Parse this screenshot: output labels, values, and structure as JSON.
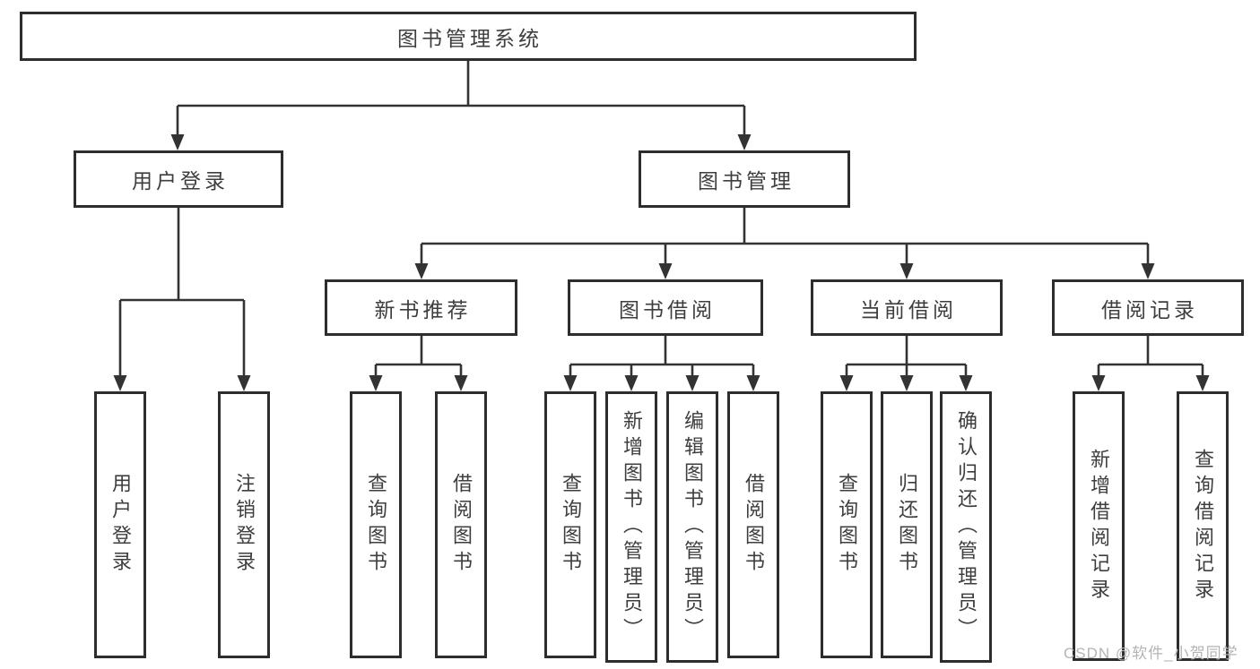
{
  "diagram": {
    "colors": {
      "line": "#333333",
      "box_border": "#2d2d2d",
      "box_fill": "#ffffff",
      "text": "#3e3e3e",
      "watermark_text": "#b4b4b4"
    },
    "tree": {
      "label": "图书管理系统",
      "children": [
        {
          "label": "用户登录",
          "children": [
            {
              "label": "用户登录"
            },
            {
              "label": "注销登录"
            }
          ]
        },
        {
          "label": "图书管理",
          "children": [
            {
              "label": "新书推荐",
              "children": [
                {
                  "label": "查询图书"
                },
                {
                  "label": "借阅图书"
                }
              ]
            },
            {
              "label": "图书借阅",
              "children": [
                {
                  "label": "查询图书"
                },
                {
                  "label": "新增图书（管理员）"
                },
                {
                  "label": "编辑图书（管理员）"
                },
                {
                  "label": "借阅图书"
                }
              ]
            },
            {
              "label": "当前借阅",
              "children": [
                {
                  "label": "查询图书"
                },
                {
                  "label": "归还图书"
                },
                {
                  "label": "确认归还（管理员）"
                }
              ]
            },
            {
              "label": "借阅记录",
              "children": [
                {
                  "label": "新增借阅记录"
                },
                {
                  "label": "查询借阅记录"
                }
              ]
            }
          ]
        }
      ]
    },
    "watermark": {
      "text": "CSDN @软件_小贺同学"
    }
  }
}
